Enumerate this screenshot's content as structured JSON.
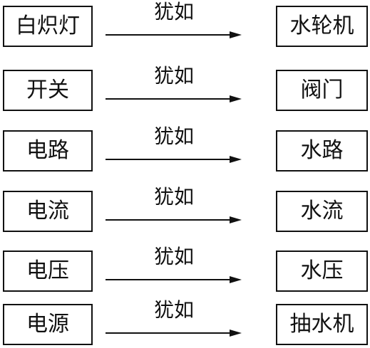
{
  "analogy_pairs": [
    {
      "source": "白炽灯",
      "relation": "犹如",
      "target": "水轮机"
    },
    {
      "source": "开关",
      "relation": "犹如",
      "target": "阀门"
    },
    {
      "source": "电路",
      "relation": "犹如",
      "target": "水路"
    },
    {
      "source": "电流",
      "relation": "犹如",
      "target": "水流"
    },
    {
      "source": "电压",
      "relation": "犹如",
      "target": "水压"
    },
    {
      "source": "电源",
      "relation": "犹如",
      "target": "抽水机"
    }
  ]
}
